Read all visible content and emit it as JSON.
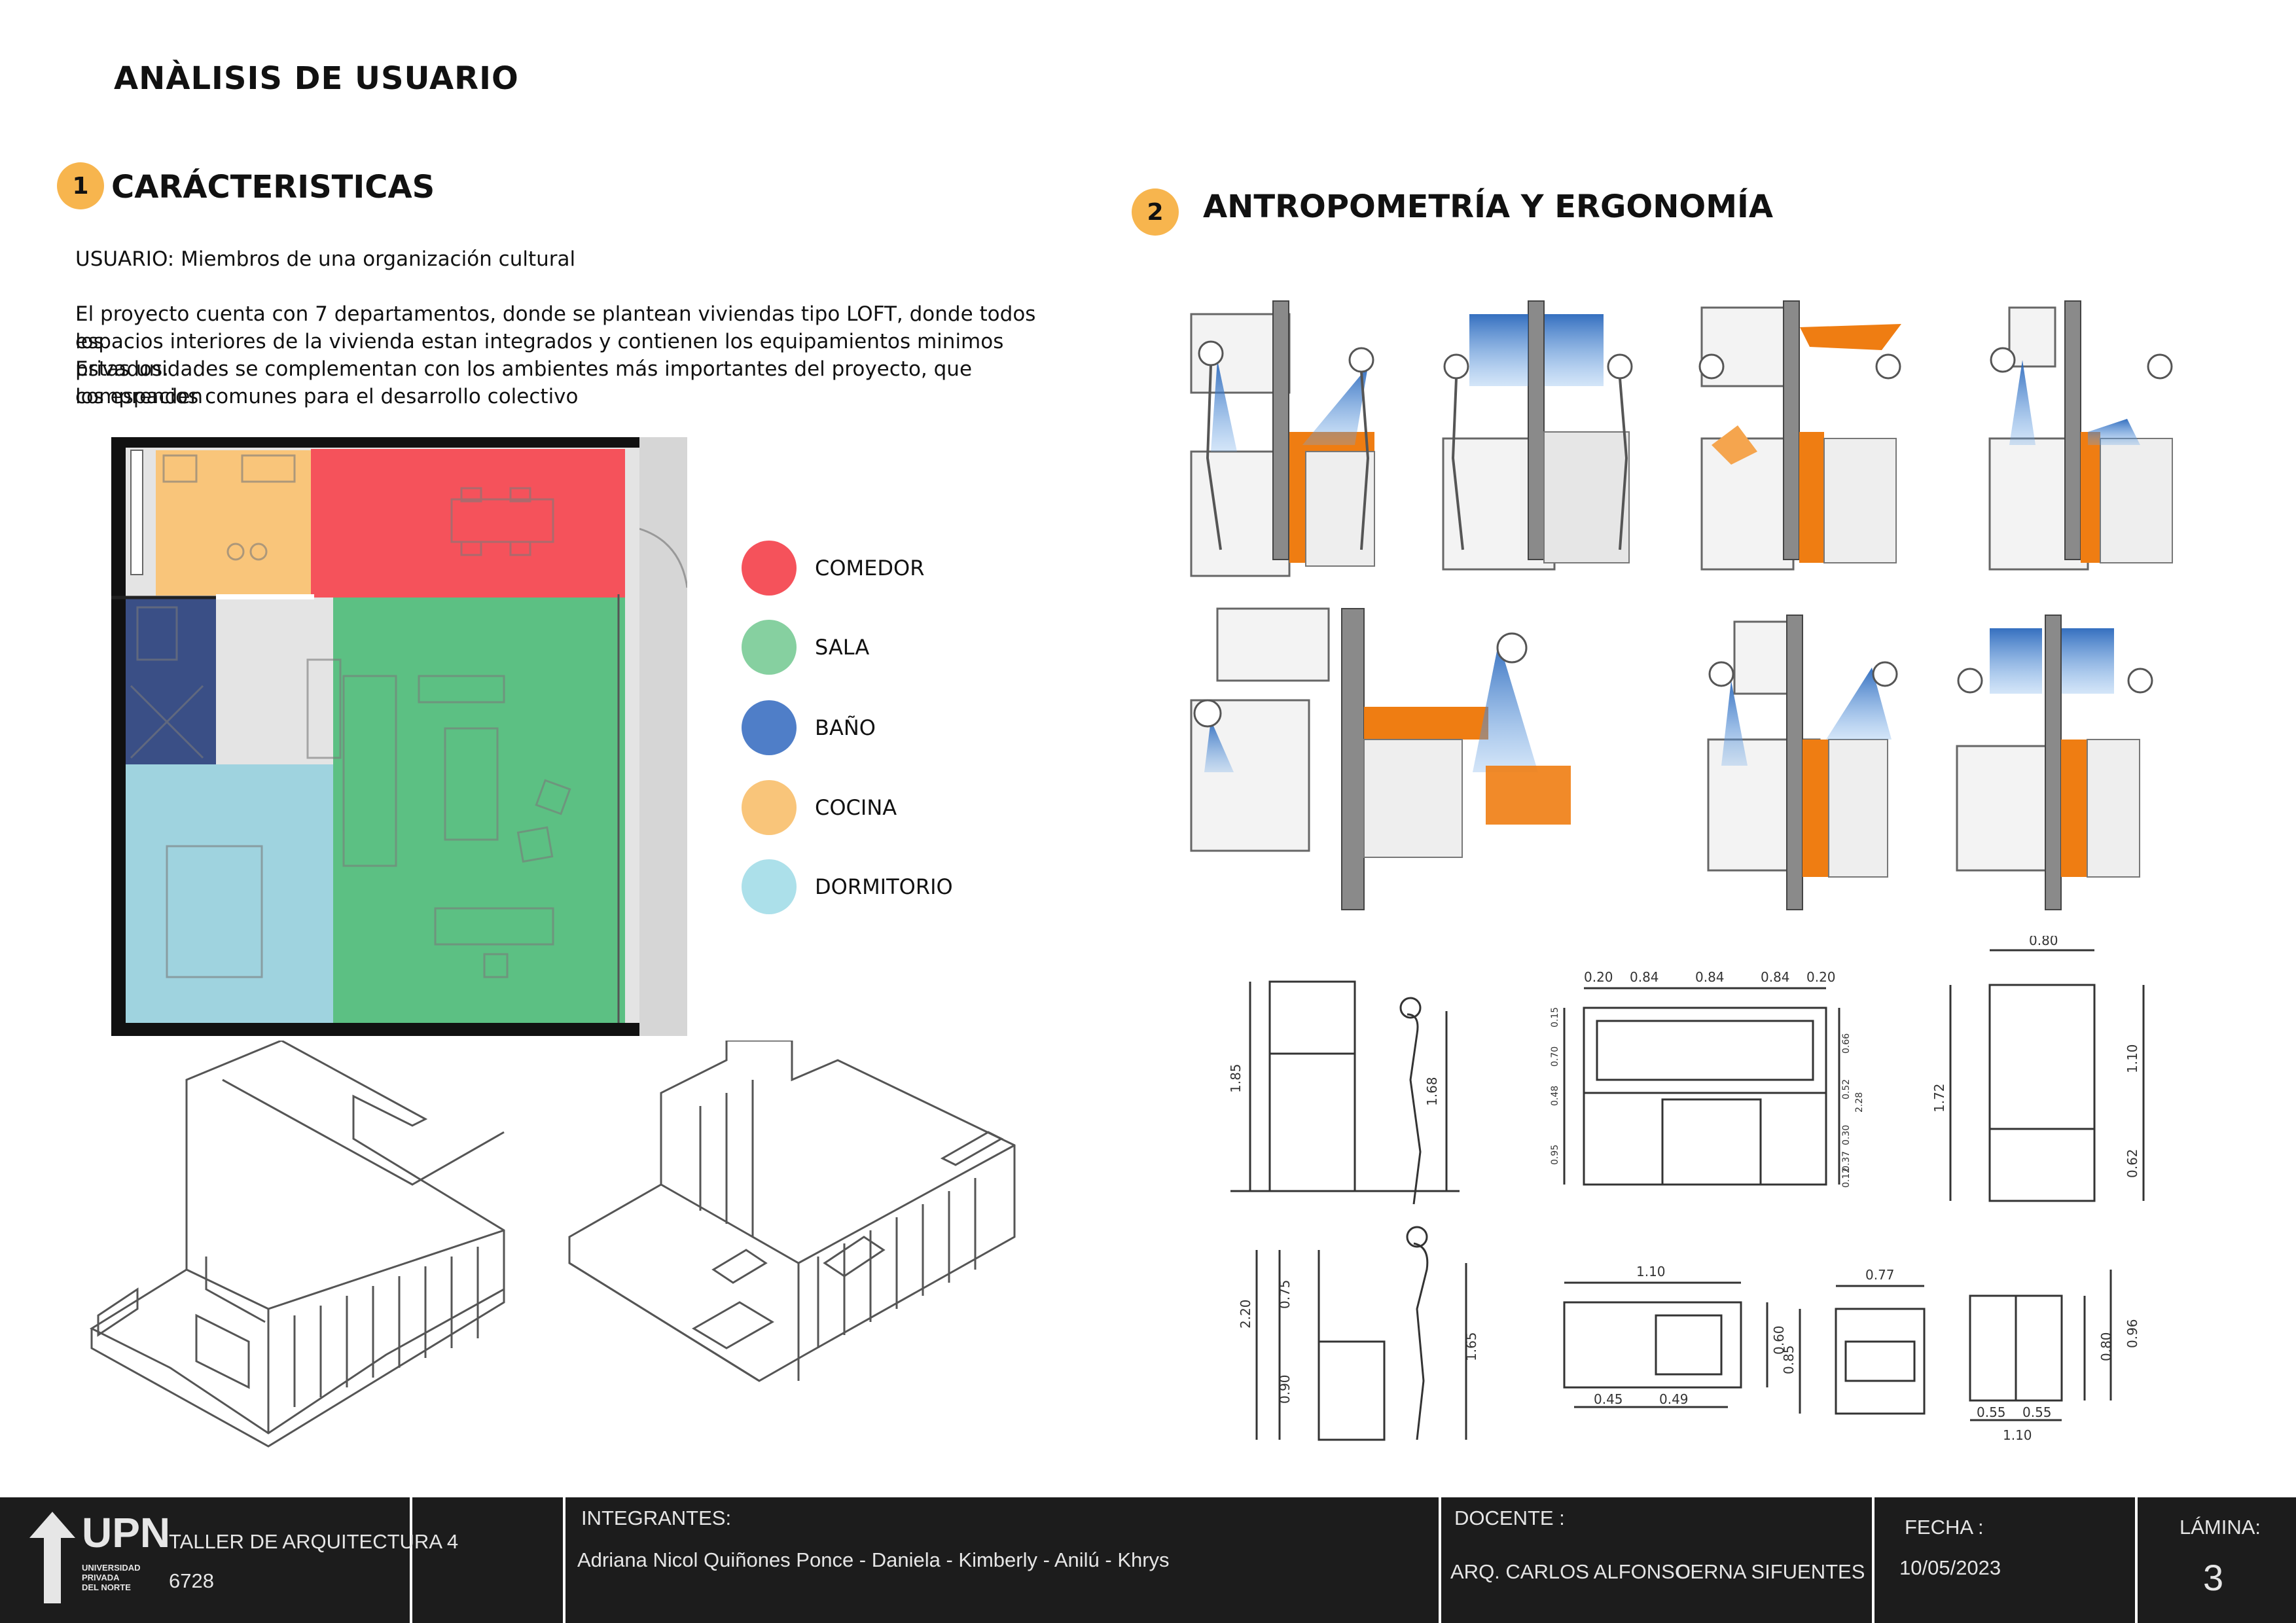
{
  "page": {
    "title": "ANÀLISIS DE USUARIO"
  },
  "section1": {
    "number": "1",
    "title": "CARÁCTERISTICAS",
    "usuario": "USUARIO: Miembros de una organización cultural",
    "description_lines": [
      "El proyecto cuenta con 7 departamentos, donde se plantean viviendas tipo LOFT, donde todos los",
      "espacios interiores de la vivienda estan integrados y contienen los equipamientos minimos privados.",
      "Estas unidades se complementan con los ambientes más importantes del proyecto, que comprenden",
      "los espacios comunes para el desarrollo colectivo"
    ],
    "legend": [
      {
        "label": "COMEDOR",
        "color": "#f5525b"
      },
      {
        "label": "SALA",
        "color": "#86d0a0"
      },
      {
        "label": "BAÑO",
        "color": "#4f7ec8"
      },
      {
        "label": "COCINA",
        "color": "#f9c57a"
      },
      {
        "label": "DORMITORIO",
        "color": "#ace0ea"
      }
    ]
  },
  "section2": {
    "number": "2",
    "title": "ANTROPOMETRÍA Y ERGONOMÍA",
    "dimensions": {
      "fridge_person": [
        "1.85",
        "1.68"
      ],
      "kitchen_elevation_top": [
        "0.20",
        "0.84",
        "0.84",
        "0.84",
        "0.20"
      ],
      "kitchen_elevation_side": [
        "0.15",
        "0.70",
        "0.48",
        "0.95",
        "0.66",
        "0.52",
        "2.28",
        "0.30",
        "0.37",
        "0.12"
      ],
      "fridge": [
        "0.80",
        "1.72",
        "1.10",
        "0.62"
      ],
      "woman_counter": [
        "2.20",
        "0.75",
        "0.90",
        "1.65"
      ],
      "sink": [
        "1.10",
        "0.60",
        "0.45",
        "0.49"
      ],
      "stove": [
        "0.77",
        "0.85"
      ],
      "cabinet": [
        "0.80",
        "0.96",
        "0.55",
        "0.55",
        "1.10"
      ]
    }
  },
  "footer": {
    "logo_text": "UPN",
    "logo_sub": [
      "UNIVERSIDAD",
      "PRIVADA",
      "DEL NORTE"
    ],
    "course": "TALLER DE ARQUITECTURA  4",
    "code": "6728",
    "integrantes_label": "INTEGRANTES:",
    "integrantes": "Adriana Nicol Quiñones Ponce - Daniela - Kimberly - Anilú - Khrys",
    "docente_label": "DOCENTE :",
    "docente_name": "ARQ. CARLOS ALFONSO",
    "docente_surname": "CERNA SIFUENTES",
    "fecha_label": "FECHA :",
    "fecha": "10/05/2023",
    "lamina_label": "LÁMINA:",
    "lamina": "3"
  },
  "colors": {
    "accent_badge": "#f7b54e",
    "ergonomic_orange": "#ef7d12",
    "ergonomic_blue": "#2f78c8",
    "footer_bg": "#1c1c1c"
  }
}
